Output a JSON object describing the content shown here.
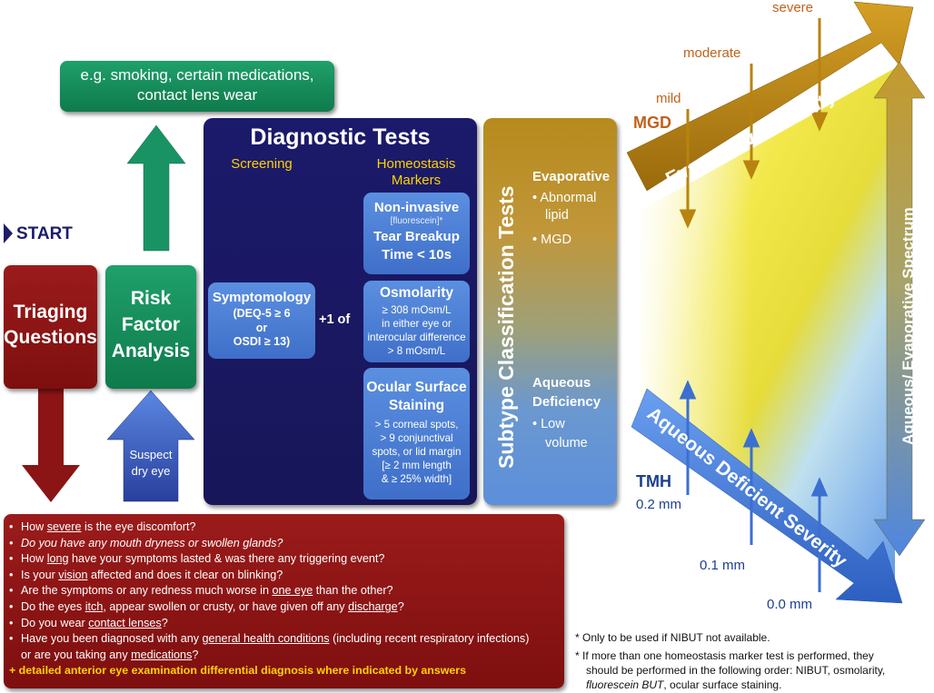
{
  "start": "START",
  "triage": {
    "line1": "Triaging",
    "line2": "Questions"
  },
  "risk": {
    "line1": "Risk",
    "line2": "Factor",
    "line3": "Analysis"
  },
  "risk_examples": {
    "line1": "e.g. smoking, certain medications,",
    "line2": "contact lens wear"
  },
  "suspect": {
    "line1": "Suspect",
    "line2": "dry eye"
  },
  "diag": {
    "title": "Diagnostic Tests",
    "screening": "Screening",
    "homeo_line1": "Homeostasis",
    "homeo_line2": "Markers",
    "symptomology": {
      "title": "Symptomology",
      "l1": "(DEQ-5 ≥ 6",
      "l2": "or",
      "l3": "OSDI ≥ 13)"
    },
    "plus_one": "+1 of",
    "nibut": {
      "l1": "Non-invasive",
      "l2": "[fluorescein]*",
      "l3": "Tear Breakup",
      "l4": "Time < 10s"
    },
    "osm": {
      "title": "Osmolarity",
      "l1": "≥ 308 mOsm/L",
      "l2": "in either eye or",
      "l3": "interocular difference",
      "l4": "> 8 mOsm/L"
    },
    "oss": {
      "t1": "Ocular Surface",
      "t2": "Staining",
      "l1": "> 5 corneal spots,",
      "l2": "> 9 conjunctival",
      "l3": "spots, or lid margin",
      "l4": "[≥ 2 mm length",
      "l5": "& ≥ 25% width]"
    }
  },
  "subtype": {
    "title": "Subtype Classification Tests",
    "evap_title": "Evaporative",
    "evap_b1a": "Abnormal",
    "evap_b1b": "lipid",
    "evap_b2": "MGD",
    "aq_t1": "Aqueous",
    "aq_t2": "Deficiency",
    "aq_b1a": "Low",
    "aq_b1b": "volume"
  },
  "severity": {
    "evap_label": "Evaporative Severity",
    "aq_label": "Aqueous Deficient Severity",
    "spectrum_label": "Aqueous/ Evaporative Spectrum",
    "mgd": "MGD",
    "mild": "mild",
    "moderate": "moderate",
    "severe": "severe",
    "tmh": "TMH",
    "tmh_02": "0.2 mm",
    "tmh_01": "0.1 mm",
    "tmh_00": "0.0 mm"
  },
  "questions": [
    {
      "pre": "How ",
      "u": "severe",
      "post": " is the eye discomfort?",
      "italic": false
    },
    {
      "pre": "Do you have any mouth dryness or swollen glands?",
      "u": "",
      "post": "",
      "italic": true
    },
    {
      "pre": "How ",
      "u": "long",
      "post": " have your symptoms lasted & was there any triggering event?",
      "italic": false
    },
    {
      "pre": "Is your ",
      "u": "vision",
      "post": " affected and does it clear on blinking?",
      "italic": false
    },
    {
      "pre": "Are the symptoms or any redness much worse in ",
      "u": "one eye",
      "post": " than the other?",
      "italic": false
    },
    {
      "pre": "Do the eyes ",
      "u": "itch",
      "post": ", appear swollen or crusty, or have given off any ",
      "u2": "discharge",
      "post2": "?",
      "italic": false
    },
    {
      "pre": "Do you wear ",
      "u": "contact lenses",
      "post": "?",
      "italic": false
    },
    {
      "pre": "Have you been diagnosed with any ",
      "u": "general health conditions",
      "post": " (including recent respiratory infections)",
      "italic": false
    },
    {
      "pre": "or are you taking any ",
      "u": "medications",
      "post": "?",
      "italic": false,
      "nobullet": true
    }
  ],
  "questions_footer": "+ detailed anterior eye examination differential diagnosis where indicated by answers",
  "notes": {
    "n1": "* Only to be used if NIBUT not available.",
    "n2a": "* If more than one homeostasis marker test is performed, they",
    "n2b": "should be performed in the following order: NIBUT, osmolarity,",
    "n2c_italic": "fluorescein BUT",
    "n2c_rest": ", ocular surface staining."
  },
  "colors": {
    "red": "#8b1414",
    "green": "#138a58",
    "navy": "#1b1a64",
    "blue": "#4a7fd6",
    "gold": "#c08a12",
    "orange_text": "#c0621a",
    "tmh_blue": "#1c3f8f"
  }
}
